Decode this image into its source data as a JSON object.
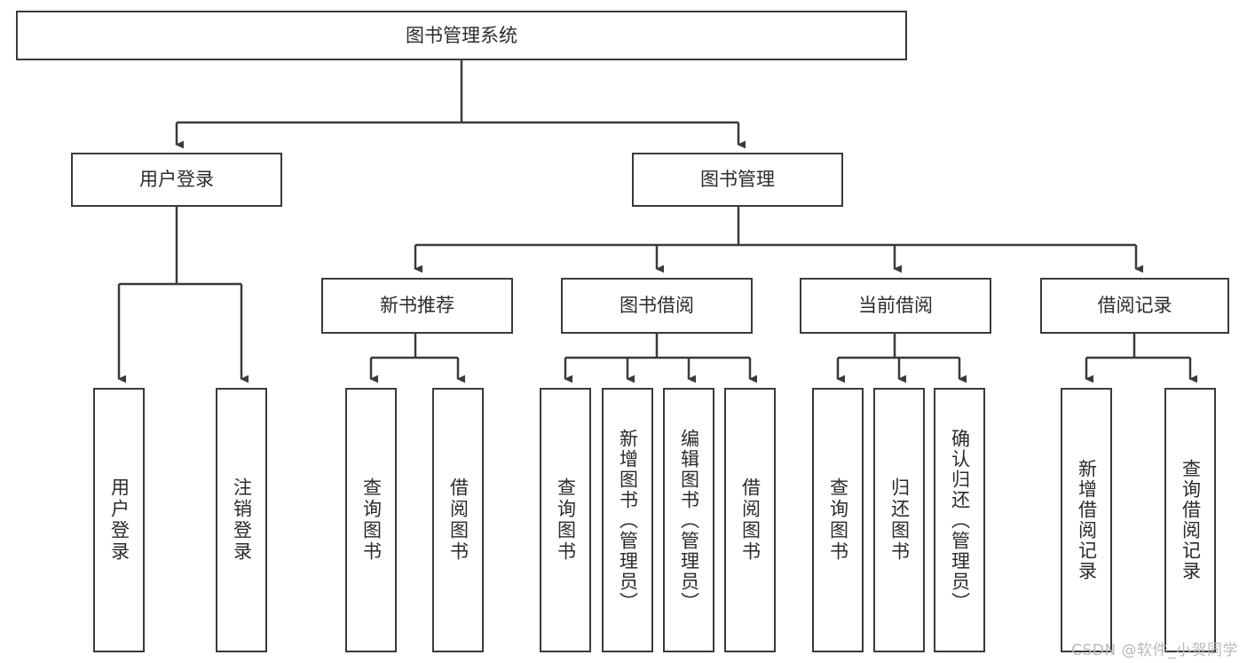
{
  "diagram": {
    "title": "图书管理系统",
    "type": "tree",
    "watermark": "CSDN @软件_小贺同学",
    "colors": {
      "stroke": "#3a3a3a",
      "text": "#2b2b2b",
      "background": "#ffffff",
      "watermark": "#b9b9b9"
    },
    "nodes": {
      "root": {
        "label": "图书管理系统"
      },
      "level1": [
        {
          "label": "用户登录"
        },
        {
          "label": "图书管理"
        }
      ],
      "level2": [
        {
          "label": "新书推荐"
        },
        {
          "label": "图书借阅"
        },
        {
          "label": "当前借阅"
        },
        {
          "label": "借阅记录"
        }
      ],
      "leaves": {
        "user_login": [
          {
            "label": "用户登录"
          },
          {
            "label": "注销登录"
          }
        ],
        "new_book_recommend": [
          {
            "label": "查询图书"
          },
          {
            "label": "借阅图书"
          }
        ],
        "book_borrow": [
          {
            "label": "查询图书"
          },
          {
            "label": "新增图书（管理员）"
          },
          {
            "label": "编辑图书（管理员）"
          },
          {
            "label": "借阅图书"
          }
        ],
        "current_borrow": [
          {
            "label": "查询图书"
          },
          {
            "label": "归还图书"
          },
          {
            "label": "确认归还（管理员）"
          }
        ],
        "borrow_record": [
          {
            "label": "新增借阅记录"
          },
          {
            "label": "查询借阅记录"
          }
        ]
      }
    }
  }
}
